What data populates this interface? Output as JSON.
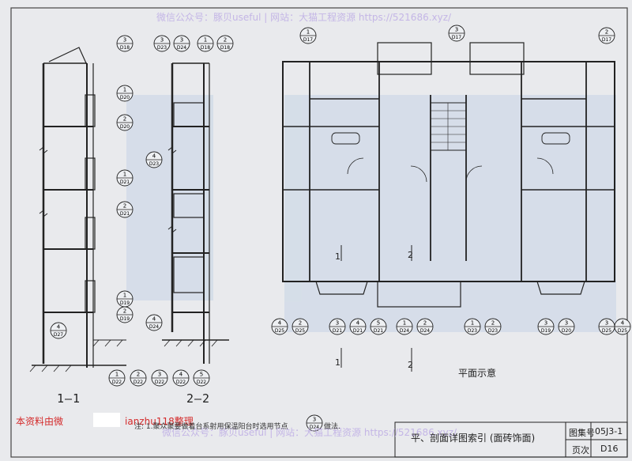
{
  "watermark_top": "微信公众号：豚贝useful | 网站：大猫工程资源 https://521686.xyz/",
  "watermark_bottom": "微信公众号：豚贝useful | 网站：大猫工程资源 https://521686.xyz/",
  "overlay_left": "本资料由微",
  "overlay_right": "ianzhu118整理",
  "note_prefix": "注: 1.聚众聚要做着台系射用保温阳台时选用节点",
  "note_suffix": "做法.",
  "note_symbol": {
    "top": "3",
    "bottom": "D24"
  },
  "section_1_label": "1—1",
  "section_2_label": "2—2",
  "plan_title": "平面示意",
  "title_block": {
    "title": "平、剖面详图索引 (面砖饰面)",
    "atlas_label": "图集号",
    "atlas_value": "05J3-1",
    "page_label": "页次",
    "page_value": "D16"
  },
  "cut_labels": {
    "cut1": "1",
    "cut2": "2"
  },
  "left_callouts": [
    {
      "top": "3",
      "bottom": "D18"
    },
    {
      "top": "1",
      "bottom": "D20"
    },
    {
      "top": "2",
      "bottom": "D20"
    },
    {
      "top": "1",
      "bottom": "D21"
    },
    {
      "top": "2",
      "bottom": "D21"
    },
    {
      "top": "1",
      "bottom": "D19"
    },
    {
      "top": "2",
      "bottom": "D19"
    },
    {
      "top": "4",
      "bottom": "D27"
    }
  ],
  "mid_top_callouts": [
    {
      "top": "3",
      "bottom": "D23"
    },
    {
      "top": "3",
      "bottom": "D24"
    },
    {
      "top": "1",
      "bottom": "D18"
    },
    {
      "top": "2",
      "bottom": "D18"
    }
  ],
  "mid_callouts": [
    {
      "top": "4",
      "bottom": "D23"
    },
    {
      "top": "4",
      "bottom": "D24"
    }
  ],
  "section_bottom_callouts": [
    {
      "top": "1",
      "bottom": "D22"
    },
    {
      "top": "2",
      "bottom": "D22"
    },
    {
      "top": "3",
      "bottom": "D22"
    },
    {
      "top": "4",
      "bottom": "D22"
    },
    {
      "top": "5",
      "bottom": "D22"
    }
  ],
  "plan_top_callouts": [
    {
      "top": "1",
      "bottom": "D17"
    },
    {
      "top": "3",
      "bottom": "D17"
    },
    {
      "top": "2",
      "bottom": "D17"
    }
  ],
  "plan_bottom_callouts": [
    {
      "top": "4",
      "bottom": "D25"
    },
    {
      "top": "2",
      "bottom": "D25"
    },
    {
      "top": "3",
      "bottom": "D21"
    },
    {
      "top": "4",
      "bottom": "D21"
    },
    {
      "top": "5",
      "bottom": "D21"
    },
    {
      "top": "1",
      "bottom": "D24"
    },
    {
      "top": "2",
      "bottom": "D24"
    },
    {
      "top": "1",
      "bottom": "D23"
    },
    {
      "top": "2",
      "bottom": "D23"
    },
    {
      "top": "3",
      "bottom": "D19"
    },
    {
      "top": "3",
      "bottom": "D20"
    },
    {
      "top": "3",
      "bottom": "D25"
    },
    {
      "top": "4",
      "bottom": "D25"
    }
  ]
}
